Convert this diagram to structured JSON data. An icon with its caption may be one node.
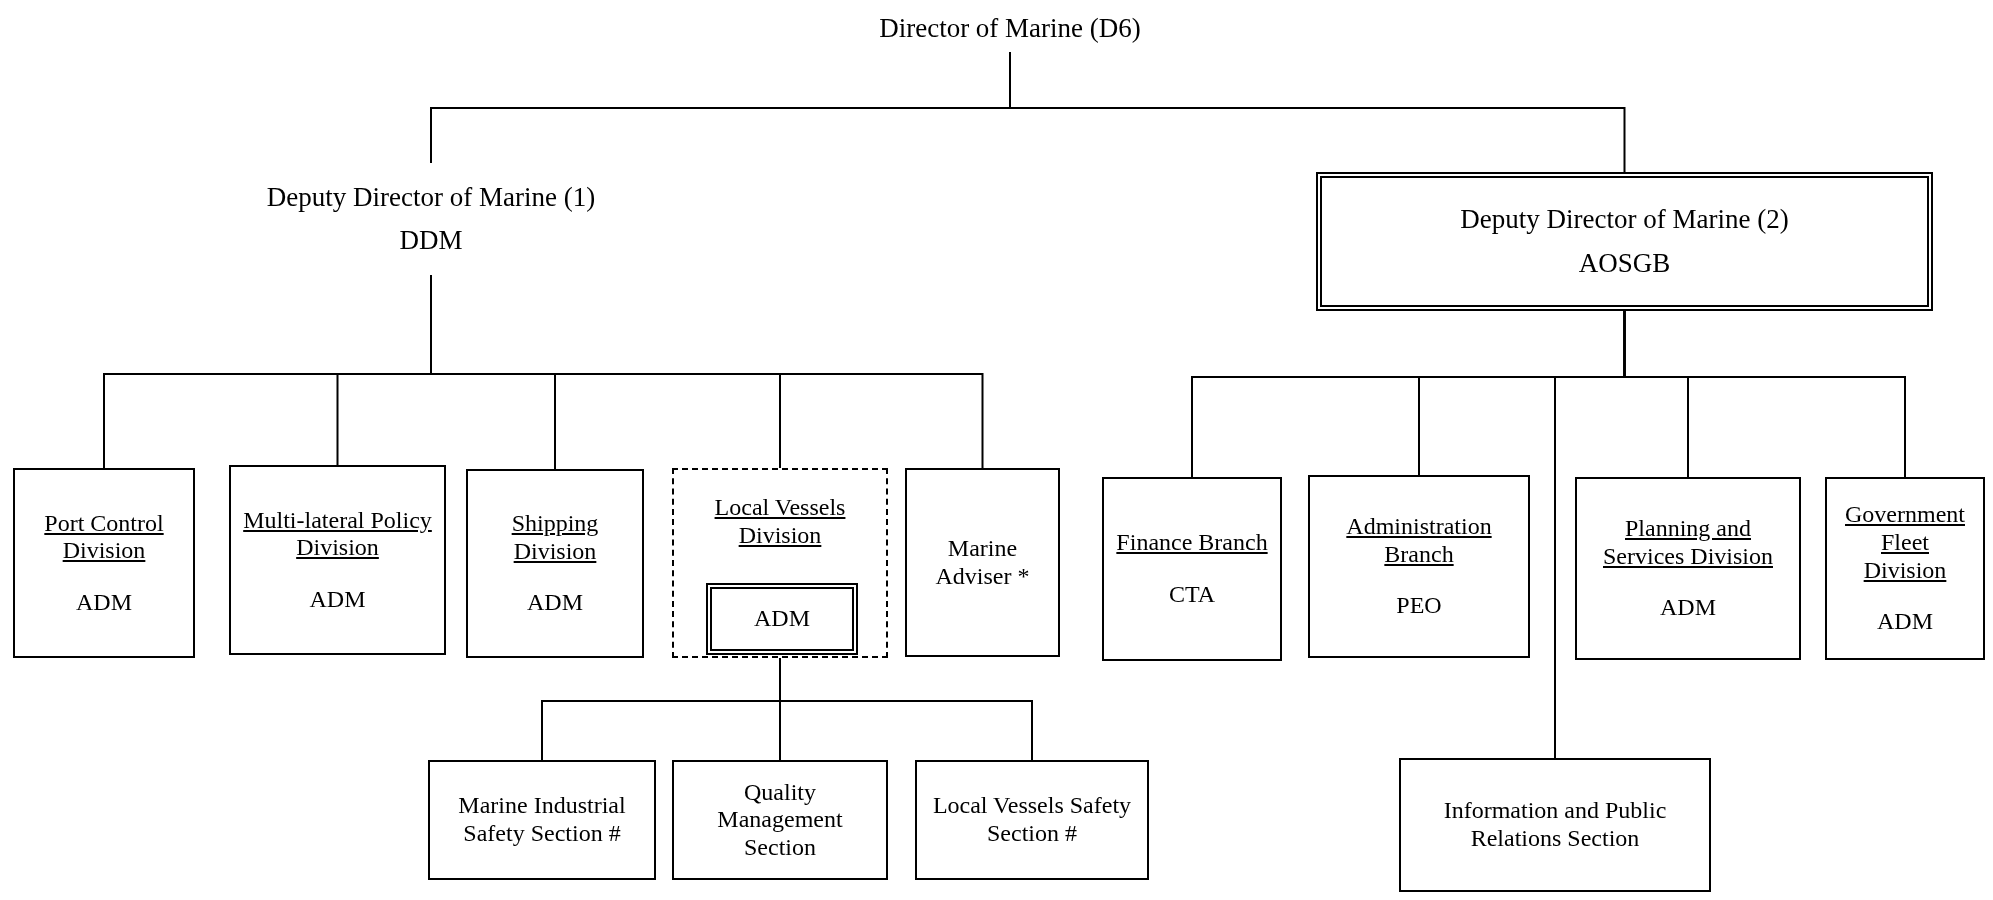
{
  "diagram": {
    "nodes": [
      {
        "text": [
          "Director of Marine (D6)"
        ]
      },
      {
        "text": [
          "Deputy Director of Marine (1)",
          "DDM"
        ]
      },
      {
        "text": [
          "Deputy Director of Marine (2)",
          "AOSGB"
        ]
      },
      {
        "text": [
          "Port Control Division",
          "ADM"
        ]
      },
      {
        "text": [
          "Multi-lateral Policy Division",
          "ADM"
        ]
      },
      {
        "text": [
          "Shipping Division",
          "ADM"
        ]
      },
      {
        "text": [
          "Local Vessels Division"
        ]
      },
      {
        "text": [
          "ADM"
        ],
        "in": 6
      },
      {
        "text": [
          "Marine Adviser *"
        ]
      },
      {
        "text": [
          "Finance Branch",
          "CTA"
        ]
      },
      {
        "text": [
          "Administration Branch",
          "PEO"
        ]
      },
      {
        "text": [
          "Planning and Services Division",
          "ADM"
        ]
      },
      {
        "text": [
          "Government Fleet Division",
          "ADM"
        ]
      },
      {
        "text": [
          "Marine Industrial Safety Section #"
        ]
      },
      {
        "text": [
          "Quality Management Section"
        ]
      },
      {
        "text": [
          "Local Vessels Safety Section #"
        ]
      },
      {
        "text": [
          "Information and Public Relations Section"
        ]
      }
    ],
    "edges": [
      {
        "from": 0,
        "to": 1,
        "arrow": "none"
      },
      {
        "from": 0,
        "to": 2,
        "arrow": "none"
      },
      {
        "from": 1,
        "to": 3,
        "arrow": "none"
      },
      {
        "from": 1,
        "to": 4,
        "arrow": "none"
      },
      {
        "from": 1,
        "to": 5,
        "arrow": "none"
      },
      {
        "from": 1,
        "to": 6,
        "arrow": "none"
      },
      {
        "from": 1,
        "to": 8,
        "arrow": "none"
      },
      {
        "from": 2,
        "to": 9,
        "arrow": "none"
      },
      {
        "from": 2,
        "to": 10,
        "arrow": "none"
      },
      {
        "from": 2,
        "to": 16,
        "arrow": "none"
      },
      {
        "from": 2,
        "to": 11,
        "arrow": "none"
      },
      {
        "from": 2,
        "to": 12,
        "arrow": "none"
      },
      {
        "from": 6,
        "to": 13,
        "arrow": "none"
      },
      {
        "from": 6,
        "to": 14,
        "arrow": "none"
      },
      {
        "from": 6,
        "to": 15,
        "arrow": "none"
      }
    ]
  }
}
